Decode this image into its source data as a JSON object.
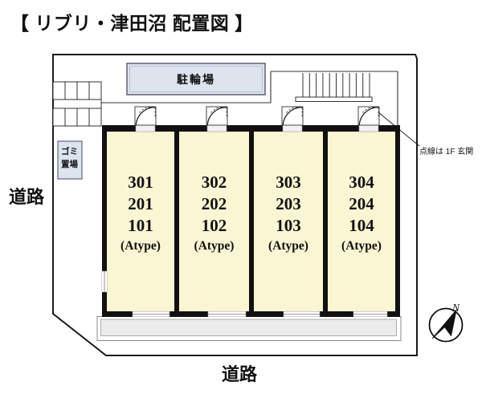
{
  "title": "【 リブリ・津田沼 配置図 】",
  "site": {
    "bicycle_parking_label": "駐輪場",
    "garbage_label_line1": "ゴミ",
    "garbage_label_line2": "置場",
    "road_left_label": "道路",
    "road_bottom_label": "道路",
    "entrance_note": "点線は 1F 玄関",
    "compass_north_label": "N"
  },
  "units": [
    {
      "rooms": [
        "301",
        "201",
        "101"
      ],
      "type": "(Atype)"
    },
    {
      "rooms": [
        "302",
        "202",
        "102"
      ],
      "type": "(Atype)"
    },
    {
      "rooms": [
        "303",
        "203",
        "103"
      ],
      "type": "(Atype)"
    },
    {
      "rooms": [
        "304",
        "204",
        "104"
      ],
      "type": "(Atype)"
    }
  ],
  "colors": {
    "unit_fill": "#FAF5D2",
    "bicycle_area_fill": "#DCE4EE",
    "garbage_area_fill": "#DCE4EE",
    "balcony_fill": "#ECECEC",
    "wall": "#111111",
    "boundary_line": "#1a1a1a"
  }
}
